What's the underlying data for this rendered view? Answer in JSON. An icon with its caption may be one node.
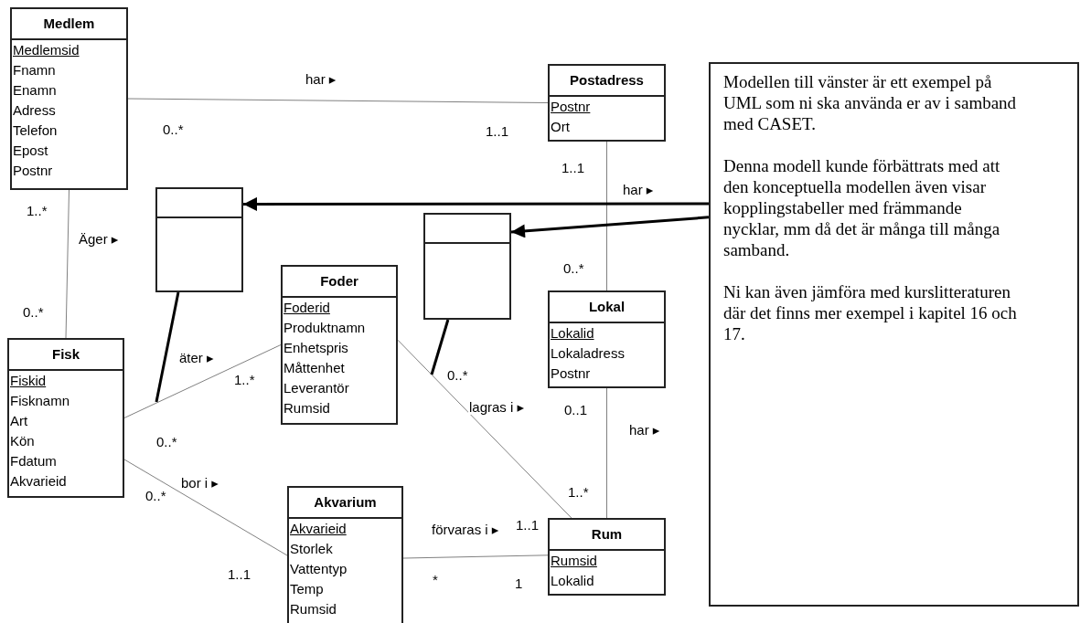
{
  "diagram": {
    "nodes": [
      {
        "text": [
          "Medlem",
          "Medlemsid",
          "Fnamn",
          "Enamn",
          "Adress",
          "Telefon",
          "Epost",
          "Postnr"
        ]
      },
      {
        "text": [
          "Postadress",
          "Postnr",
          "Ort"
        ]
      },
      {
        "text": [
          "Modellen till vänster är ett exempel på UML som ni ska använda er av i samband med CASET.",
          "Denna modell kunde förbättrats med att den konceptuella modellen även visar kopplingstabeller med främmande nycklar, mm då det är många till många samband.",
          "Ni kan även jämföra med kurslitteraturen där det finns mer exempel i kapitel 16 och 17."
        ]
      },
      {
        "text": [],
        "shape": "box"
      },
      {
        "text": [],
        "shape": "box"
      },
      {
        "text": [
          "Foder",
          "Foderid",
          "Produktnamn",
          "Enhetspris",
          "Måttenhet",
          "Leverantör",
          "Rumsid"
        ]
      },
      {
        "text": [
          "Lokal",
          "Lokalid",
          "Lokaladress",
          "Postnr"
        ]
      },
      {
        "text": [
          "Fisk",
          "Fiskid",
          "Fisknamn",
          "Art",
          "Kön",
          "Fdatum",
          "Akvarieid"
        ]
      },
      {
        "text": [
          "Akvarium",
          "Akvarieid",
          "Storlek",
          "Vattentyp",
          "Temp",
          "Rumsid"
        ]
      },
      {
        "text": [
          "Rum",
          "Rumsid",
          "Lokalid"
        ]
      }
    ],
    "edges": [
      {
        "from": 0,
        "to": 1,
        "arrow": "none",
        "label": "har ▸"
      },
      {
        "from": 0,
        "to": 7,
        "arrow": "none",
        "label": "Äger ▸"
      },
      {
        "from": 1,
        "to": 6,
        "arrow": "none",
        "label": "har ▸"
      },
      {
        "from": 7,
        "to": 5,
        "arrow": "none",
        "label": "äter ▸"
      },
      {
        "from": 7,
        "to": 8,
        "arrow": "none",
        "label": "bor i ▸"
      },
      {
        "from": 5,
        "to": 9,
        "arrow": "none",
        "label": "lagras i ▸"
      },
      {
        "from": 6,
        "to": 9,
        "arrow": "none",
        "label": "har ▸"
      },
      {
        "from": 8,
        "to": 9,
        "arrow": "none",
        "label": "förvaras i ▸"
      },
      {
        "from": 2,
        "to": 3,
        "arrow": "to",
        "style": "thick",
        "color": "#000000"
      },
      {
        "from": 2,
        "to": 4,
        "arrow": "to",
        "style": "thick",
        "color": "#000000"
      },
      {
        "from": 3,
        "to": null,
        "arrow": "none",
        "style": "thick",
        "color": "#000000"
      },
      {
        "from": 4,
        "to": null,
        "arrow": "none",
        "style": "thick",
        "color": "#000000"
      }
    ],
    "labels": [
      "0..*",
      "1..1",
      "1..1",
      "1..*",
      "0..*",
      "0..*",
      "1..*",
      "0..*",
      "0..*",
      "0..1",
      "0..*",
      "1..*",
      "1..1",
      "1..1",
      "*",
      "1"
    ]
  }
}
